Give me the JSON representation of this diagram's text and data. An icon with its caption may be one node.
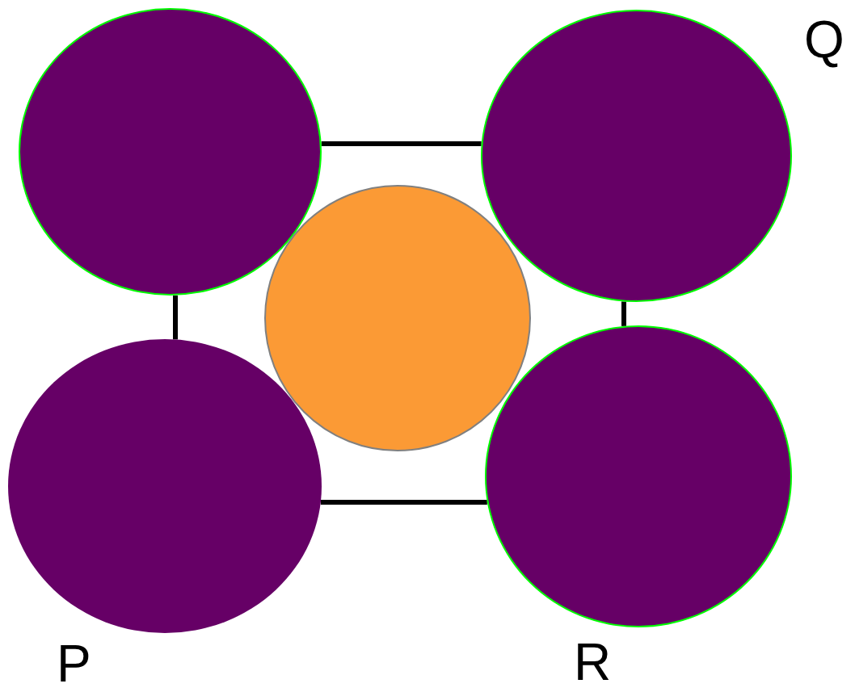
{
  "diagram": {
    "nodes": [
      {
        "text": [],
        "shape": "circle"
      },
      {
        "text": [],
        "shape": "circle",
        "beside": [
          "Q"
        ]
      },
      {
        "text": [],
        "shape": "circle"
      },
      {
        "text": [],
        "shape": "circle",
        "beside": [
          "P"
        ]
      },
      {
        "text": [],
        "shape": "circle",
        "beside": [
          "R"
        ]
      }
    ],
    "edges": [
      {
        "from": 0,
        "to": 1,
        "arrow": "none"
      },
      {
        "from": 0,
        "to": 3,
        "arrow": "none"
      },
      {
        "from": 1,
        "to": 4,
        "arrow": "none"
      },
      {
        "from": 3,
        "to": 4,
        "arrow": "none"
      }
    ]
  }
}
